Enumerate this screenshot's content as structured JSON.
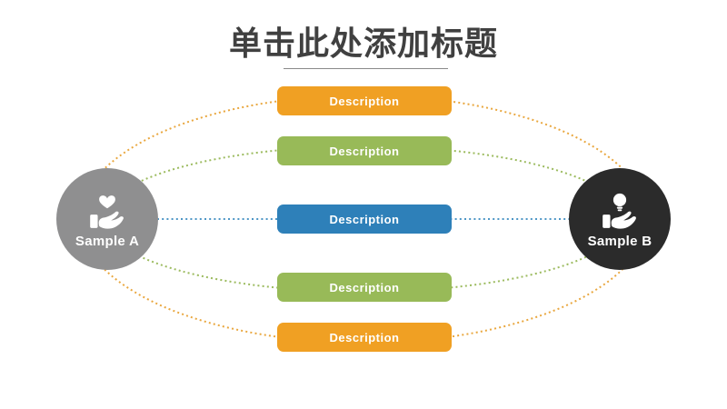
{
  "title": {
    "text": "单击此处添加标题"
  },
  "nodes": {
    "left": {
      "label": "Sample A",
      "icon": "hand-heart-icon",
      "color": "#8F8F90"
    },
    "right": {
      "label": "Sample B",
      "icon": "hand-bulb-icon",
      "color": "#2B2B2B"
    }
  },
  "bars": [
    {
      "label": "Description",
      "color": "#F0A023"
    },
    {
      "label": "Description",
      "color": "#98BA58"
    },
    {
      "label": "Description",
      "color": "#2E80B9"
    },
    {
      "label": "Description",
      "color": "#98BA58"
    },
    {
      "label": "Description",
      "color": "#F0A023"
    }
  ],
  "connectors": {
    "outer_ellipse_color": "#E9A73F",
    "inner_ellipse_color": "#9CBB5F",
    "middle_line_color": "#4E96C6"
  }
}
